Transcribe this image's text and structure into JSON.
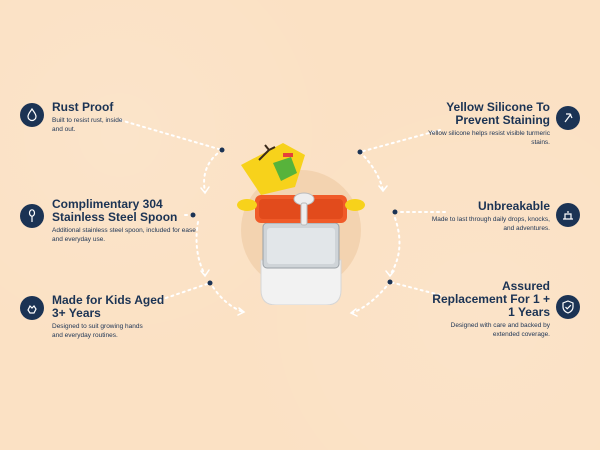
{
  "features": [
    {
      "id": "rust-proof",
      "title": "Rust Proof",
      "desc": "Built to resist rust, inside and out.",
      "icon": "droplet-shield-icon"
    },
    {
      "id": "spoon",
      "title": "Complimentary 304 Stainless Steel Spoon",
      "desc": "Additional stainless steel spoon, included for ease and everyday use.",
      "icon": "spoon-icon"
    },
    {
      "id": "kids",
      "title": "Made for Kids Aged 3+ Years",
      "desc": "Designed to suit growing hands and everyday routines.",
      "icon": "hand-icon"
    },
    {
      "id": "silicone",
      "title": "Yellow Silicone To Prevent Staining",
      "desc": "Yellow silicone helps resist visible turmeric stains.",
      "icon": "stain-shield-icon"
    },
    {
      "id": "unbreakable",
      "title": "Unbreakable",
      "desc": "Made to last through daily drops, knocks, and adventures.",
      "icon": "impact-icon"
    },
    {
      "id": "replacement",
      "title": "Assured Replacement For 1 + 1 Years",
      "desc": "Designed with care and backed by extended coverage.",
      "icon": "shield-check-icon"
    }
  ],
  "colors": {
    "background": "#fbe1c4",
    "navy": "#1b3354",
    "orange": "#f05a28",
    "yellow": "#f7d21b"
  },
  "product": {
    "icon": "lunchbox-illustration"
  }
}
